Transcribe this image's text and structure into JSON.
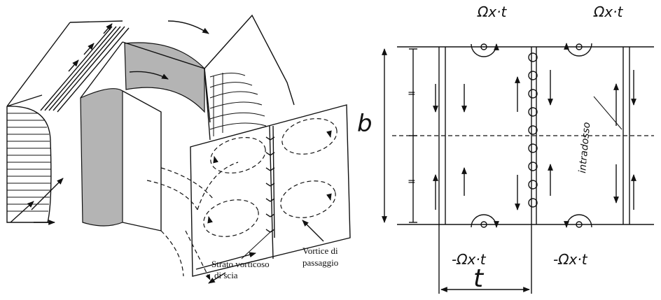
{
  "left_figure": {
    "strato_label_line1": "Strato vorticoso",
    "strato_label_line2": "di scia",
    "vortice_label_line1": "Vortice di",
    "vortice_label_line2": "passaggio"
  },
  "right_figure": {
    "top_left_label": "Ωx·t",
    "top_right_label": "Ωx·t",
    "bottom_left_label": "-Ωx·t",
    "bottom_right_label": "-Ωx·t",
    "span_label": "b",
    "pitch_label": "t",
    "intradosso_label": "intradosso"
  }
}
